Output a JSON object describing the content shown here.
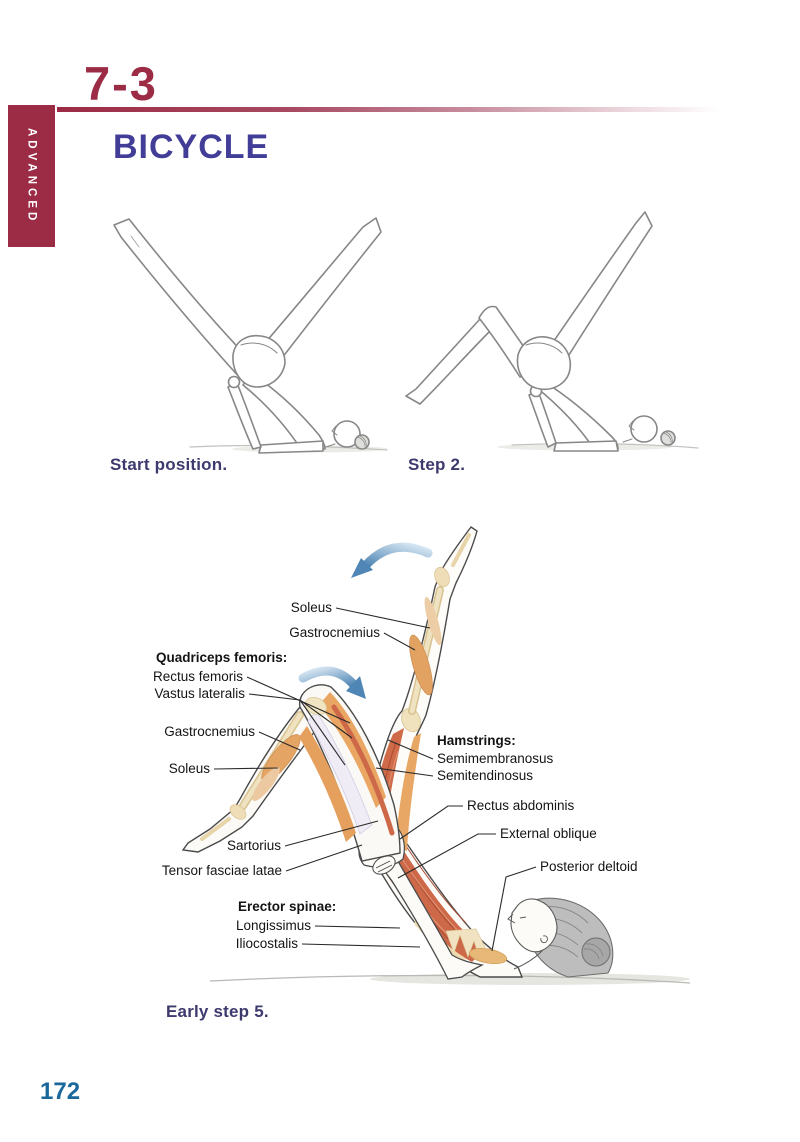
{
  "page": {
    "section_number": "7-3",
    "side_tab": "ADVANCED",
    "title": "BICYCLE",
    "page_number": "172"
  },
  "colors": {
    "accent_maroon": "#9c2b45",
    "title_indigo": "#423e97",
    "caption_navy": "#3d3a6e",
    "page_number_blue": "#19679b",
    "muscle_orange": "#e8a763",
    "muscle_red": "#cd6848",
    "bone_cream": "#efe2c0",
    "arrow_blue": "#4f86b5"
  },
  "figures": [
    {
      "caption": "Start position."
    },
    {
      "caption": "Step 2."
    }
  ],
  "main_figure": {
    "caption": "Early step 5.",
    "icons": [
      "curved-motion-arrow",
      "curved-motion-arrow"
    ],
    "labels": {
      "soleus_top": "Soleus",
      "gastrocnemius_top": "Gastrocnemius",
      "quadriceps_header": "Quadriceps femoris:",
      "rectus_femoris": "Rectus femoris",
      "vastus_lateralis": "Vastus lateralis",
      "gastrocnemius_left": "Gastrocnemius",
      "soleus_left": "Soleus",
      "hamstrings_header": "Hamstrings:",
      "semimembranosus": "Semimembranosus",
      "semitendinosus": "Semitendinosus",
      "rectus_abdominis": "Rectus abdominis",
      "external_oblique": "External oblique",
      "posterior_deltoid": "Posterior deltoid",
      "sartorius": "Sartorius",
      "tensor_fasciae_latae": "Tensor fasciae latae",
      "erector_spinae_header": "Erector spinae:",
      "longissimus": "Longissimus",
      "iliocostalis": "Iliocostalis"
    }
  }
}
